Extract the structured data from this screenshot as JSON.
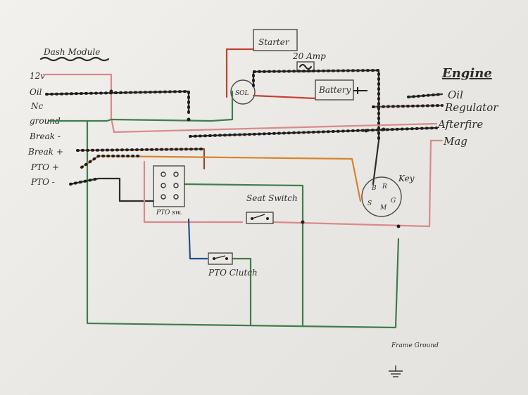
{
  "dash_module": {
    "title": "Dash Module",
    "pins": [
      "12v",
      "Oil",
      "Nc",
      "ground",
      "Break -",
      "Break +",
      "PTO +",
      "PTO -"
    ]
  },
  "components": {
    "starter": "Starter",
    "fuse": "20 Amp",
    "solenoid": "SOL",
    "battery": "Battery",
    "pto_switch": "PTO sw.",
    "seat_switch": "Seat Switch",
    "pto_clutch": "PTO Clutch",
    "key": {
      "label": "Key",
      "terminals": [
        "B",
        "R",
        "S",
        "M",
        "G"
      ]
    },
    "frame_ground": "Frame Ground"
  },
  "engine": {
    "title": "Engine",
    "connections": [
      "Oil",
      "Regulator",
      "Afterfire",
      "Mag"
    ]
  },
  "wire_colors": {
    "red": "#c64030",
    "black": "#2d2d2d",
    "green": "#3f7d4c",
    "orange": "#d9822b",
    "pink": "#d98a8a",
    "blue": "#24508c"
  }
}
